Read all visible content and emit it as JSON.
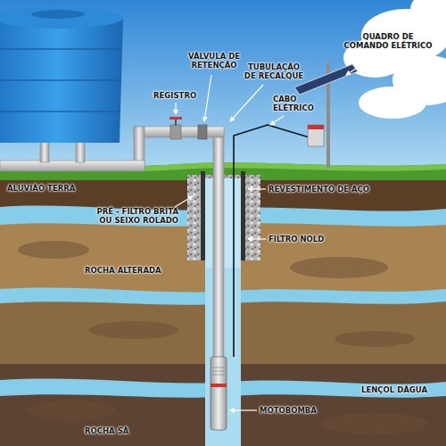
{
  "diagram": {
    "labels": [
      "QUADRO DE COMANDO ELÉTRICO",
      "VÁLVULA DE RETENÇÃO",
      "TUBULAÇÃO DE RECALQUE",
      "REGISTRO",
      "CABO ELÉTRICO",
      "ALUVIÃO TERRA",
      "REVESTIMENTO DE AÇO",
      "PRÉ - FILTRO BRITA OU SEIXO ROLADO",
      "FILTRO NOLD",
      "ROCHA ALTERADA",
      "LENÇOL DÁGUA",
      "ROCHA SÃ",
      "MOTOBOMBA"
    ]
  }
}
